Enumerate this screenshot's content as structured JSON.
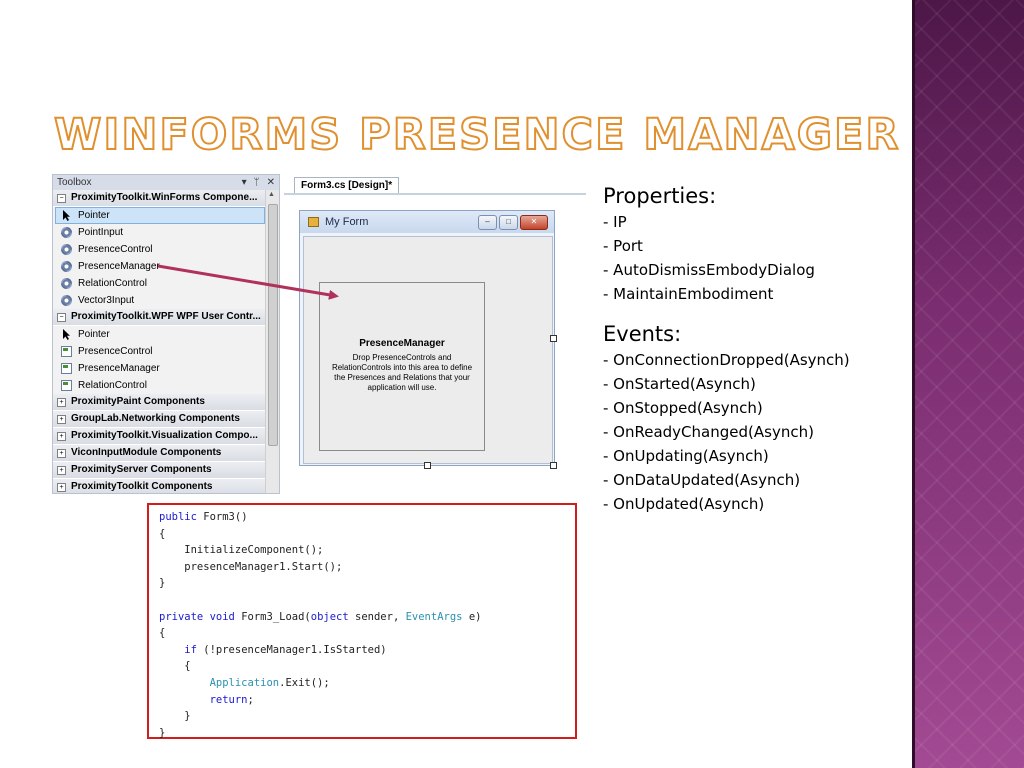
{
  "slide": {
    "title": "WINFORMS PRESENCE MANAGER",
    "title_color": "#e0902e",
    "accent_color": "#7a2d70"
  },
  "toolbox": {
    "header": "Toolbox",
    "header_controls": [
      "▾",
      "ᛘ",
      "✕"
    ],
    "groups": [
      {
        "label": "ProximityToolkit.WinForms Compone...",
        "expanded": true,
        "items": [
          {
            "label": "Pointer",
            "icon": "pointer-icon",
            "selected": true
          },
          {
            "label": "PointInput",
            "icon": "gear-icon"
          },
          {
            "label": "PresenceControl",
            "icon": "gear-icon"
          },
          {
            "label": "PresenceManager",
            "icon": "gear-icon"
          },
          {
            "label": "RelationControl",
            "icon": "gear-icon"
          },
          {
            "label": "Vector3Input",
            "icon": "gear-icon"
          }
        ]
      },
      {
        "label": "ProximityToolkit.WPF WPF User Contr...",
        "expanded": true,
        "items": [
          {
            "label": "Pointer",
            "icon": "pointer-icon"
          },
          {
            "label": "PresenceControl",
            "icon": "form-icon"
          },
          {
            "label": "PresenceManager",
            "icon": "form-icon"
          },
          {
            "label": "RelationControl",
            "icon": "form-icon"
          }
        ]
      },
      {
        "label": "ProximityPaint Components",
        "expanded": false,
        "items": []
      },
      {
        "label": "GroupLab.Networking Components",
        "expanded": false,
        "items": []
      },
      {
        "label": "ProximityToolkit.Visualization Compo...",
        "expanded": false,
        "items": []
      },
      {
        "label": "ViconInputModule Components",
        "expanded": false,
        "items": []
      },
      {
        "label": "ProximityServer Components",
        "expanded": false,
        "items": []
      },
      {
        "label": "ProximityToolkit Components",
        "expanded": false,
        "items": []
      }
    ]
  },
  "designer": {
    "tab_label": "Form3.cs [Design]*",
    "form_title": "My Form",
    "window_buttons": [
      "–",
      "□",
      "✕"
    ],
    "component_title": "PresenceManager",
    "component_description": "Drop PresenceControls and RelationControls into this area to define the Presences and Relations that your application will use."
  },
  "code": {
    "lines": [
      [
        {
          "t": "public",
          "c": "kw"
        },
        {
          "t": " Form3()"
        }
      ],
      [
        {
          "t": "{"
        }
      ],
      [
        {
          "t": "    InitializeComponent();"
        }
      ],
      [
        {
          "t": "    presenceManager1.Start();"
        }
      ],
      [
        {
          "t": "}"
        }
      ],
      [
        {
          "t": ""
        }
      ],
      [
        {
          "t": "private",
          "c": "kw"
        },
        {
          "t": " "
        },
        {
          "t": "void",
          "c": "kw"
        },
        {
          "t": " Form3_Load("
        },
        {
          "t": "object",
          "c": "kw"
        },
        {
          "t": " sender, "
        },
        {
          "t": "EventArgs",
          "c": "tp"
        },
        {
          "t": " e)"
        }
      ],
      [
        {
          "t": "{"
        }
      ],
      [
        {
          "t": "    "
        },
        {
          "t": "if",
          "c": "kw"
        },
        {
          "t": " (!presenceManager1.IsStarted)"
        }
      ],
      [
        {
          "t": "    {"
        }
      ],
      [
        {
          "t": "        "
        },
        {
          "t": "Application",
          "c": "tp"
        },
        {
          "t": ".Exit();"
        }
      ],
      [
        {
          "t": "        "
        },
        {
          "t": "return",
          "c": "kw"
        },
        {
          "t": ";"
        }
      ],
      [
        {
          "t": "    }"
        }
      ],
      [
        {
          "t": "}"
        }
      ]
    ]
  },
  "properties": {
    "heading": "Properties:",
    "items": [
      "- IP",
      "- Port",
      "- AutoDismissEmbodyDialog",
      "- MaintainEmbodiment"
    ]
  },
  "events": {
    "heading": "Events:",
    "items": [
      "- OnConnectionDropped(Asynch)",
      "- OnStarted(Asynch)",
      "- OnStopped(Asynch)",
      "- OnReadyChanged(Asynch)",
      "- OnUpdating(Asynch)",
      "- OnDataUpdated(Asynch)",
      "- OnUpdated(Asynch)"
    ]
  }
}
